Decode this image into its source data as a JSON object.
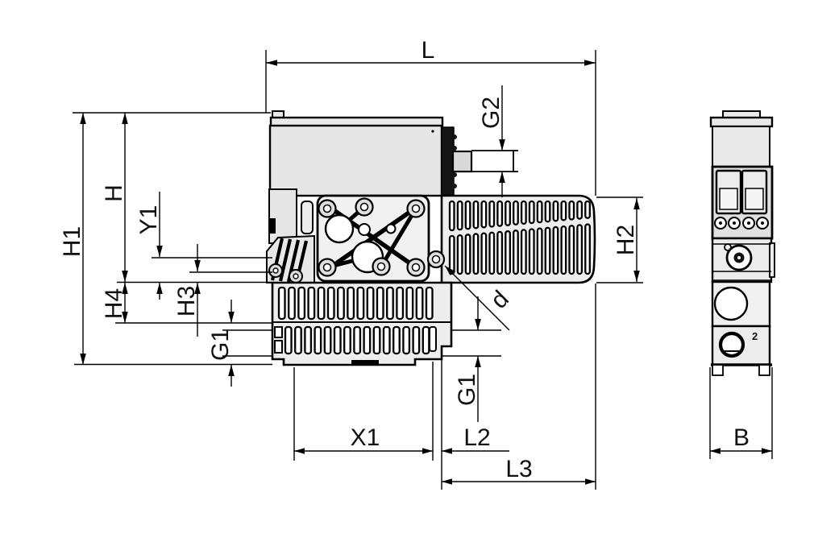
{
  "drawing": {
    "type": "technical dimension drawing, front view and side view",
    "colors": {
      "line": "#000000",
      "body_fill": "#e9e9e9",
      "plate_fill": "#f1f1f1",
      "background": "#ffffff"
    }
  },
  "dimensions": {
    "L": "L",
    "H1": "H1",
    "H": "H",
    "Y1": "Y1",
    "H4": "H4",
    "H3": "H3",
    "G1_left": "G1",
    "G2": "G2",
    "H2": "H2",
    "d": "d",
    "G1_right": "G1",
    "X1": "X1",
    "L2": "L2",
    "L3": "L3",
    "B": "B"
  },
  "side_view": {
    "port_marking": "2"
  }
}
